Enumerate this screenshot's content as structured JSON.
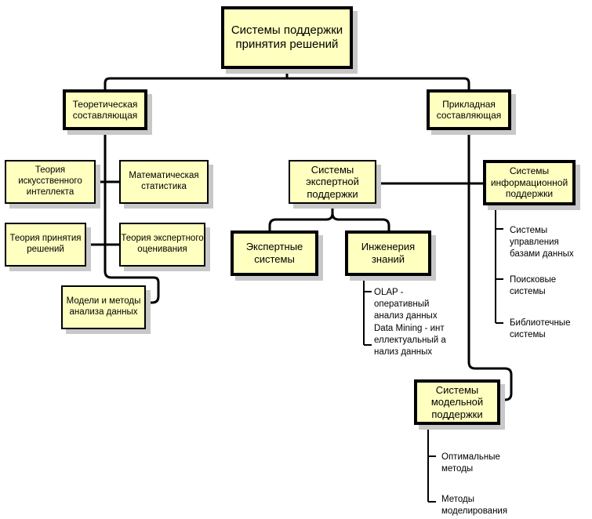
{
  "root": "Системы поддержки принятия решений",
  "theoretical": {
    "title": "Теоретическая составляющая",
    "items": [
      "Теория искусственного интеллекта",
      "Математическая статистика",
      "Теория принятия решений",
      "Теория экспертного оценивания",
      "Модели и методы анализа данных"
    ]
  },
  "applied": {
    "title": "Прикладная составляющая",
    "expert": {
      "title": "Системы экспертной поддержки",
      "expert_systems": "Экспертные системы",
      "knowledge_engineering": "Инженерия знаний",
      "knowledge_notes": [
        "OLAP - оперативный анализ данных",
        "Data Mining - интеллектуальный анализ данных"
      ]
    },
    "information": {
      "title": "Системы информационной поддержки",
      "items": [
        "Системы управления базами данных",
        "Поисковые системы",
        "Библиотечные системы"
      ]
    },
    "model": {
      "title": "Системы модельной поддержки",
      "items": [
        "Оптимальные методы",
        "Методы моделирования"
      ]
    }
  }
}
